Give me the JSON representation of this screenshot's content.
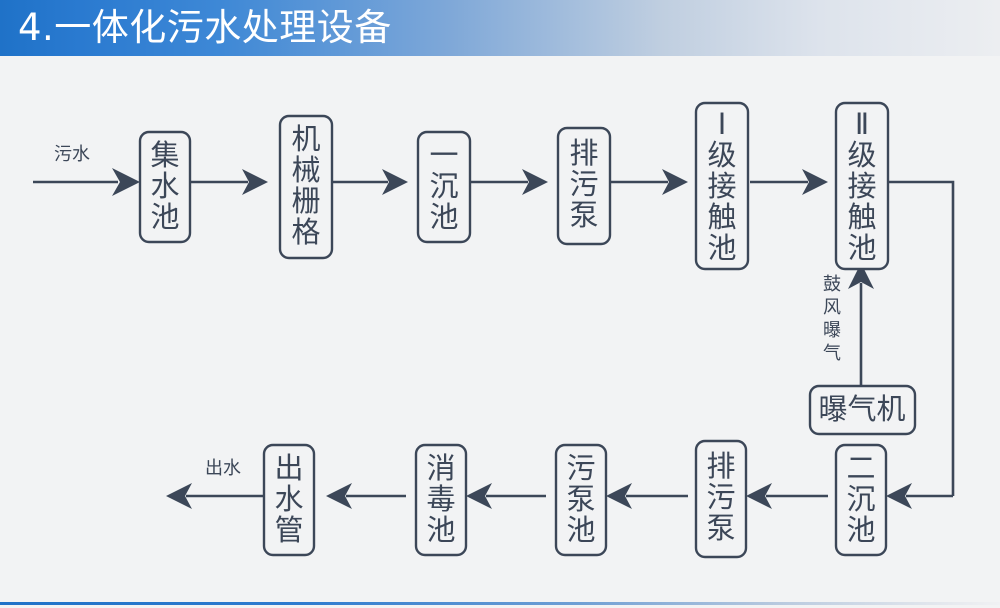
{
  "header": {
    "title": "4.一体化污水处理设备",
    "accent_color": "#1f72c8",
    "fade_color": "#eceef1"
  },
  "footer": {
    "accent_color": "#1f72c8"
  },
  "theme": {
    "background": "#f2f3f4",
    "stroke": "#3c4758",
    "text": "#3c4758"
  },
  "diagram": {
    "type": "process-flow",
    "orientation": "serpentine-two-rows",
    "inlet_label": "污水",
    "outlet_label": "出水",
    "aeration_label": "鼓风曝气",
    "top_row": [
      {
        "id": "collect-tank",
        "label": "集水池",
        "chars": [
          "集",
          "水",
          "池"
        ]
      },
      {
        "id": "mech-grille",
        "label": "机械栅格",
        "chars": [
          "机",
          "械",
          "栅",
          "格"
        ]
      },
      {
        "id": "primary-settler",
        "label": "一沉池",
        "chars": [
          "一",
          "沉",
          "池"
        ]
      },
      {
        "id": "sewage-pump-1",
        "label": "排污泵",
        "chars": [
          "排",
          "污",
          "泵"
        ]
      },
      {
        "id": "contact-tank-1",
        "label": "Ⅰ级接触池",
        "chars": [
          "Ⅰ",
          "级",
          "接",
          "触",
          "池"
        ]
      },
      {
        "id": "contact-tank-2",
        "label": "Ⅱ级接触池",
        "chars": [
          "Ⅱ",
          "级",
          "接",
          "触",
          "池"
        ]
      }
    ],
    "bottom_row": [
      {
        "id": "secondary-settler",
        "label": "二沉池",
        "chars": [
          "二",
          "沉",
          "池"
        ]
      },
      {
        "id": "sewage-pump-2",
        "label": "排污泵",
        "chars": [
          "排",
          "污",
          "泵"
        ]
      },
      {
        "id": "sludge-pump-tank",
        "label": "污泵池",
        "chars": [
          "污",
          "泵",
          "池"
        ]
      },
      {
        "id": "disinfect-tank",
        "label": "消毒池",
        "chars": [
          "消",
          "毒",
          "池"
        ]
      },
      {
        "id": "outlet-pipe",
        "label": "出水管",
        "chars": [
          "出",
          "水",
          "管"
        ]
      }
    ],
    "aux": [
      {
        "id": "aerator",
        "label": "曝气机"
      }
    ]
  }
}
